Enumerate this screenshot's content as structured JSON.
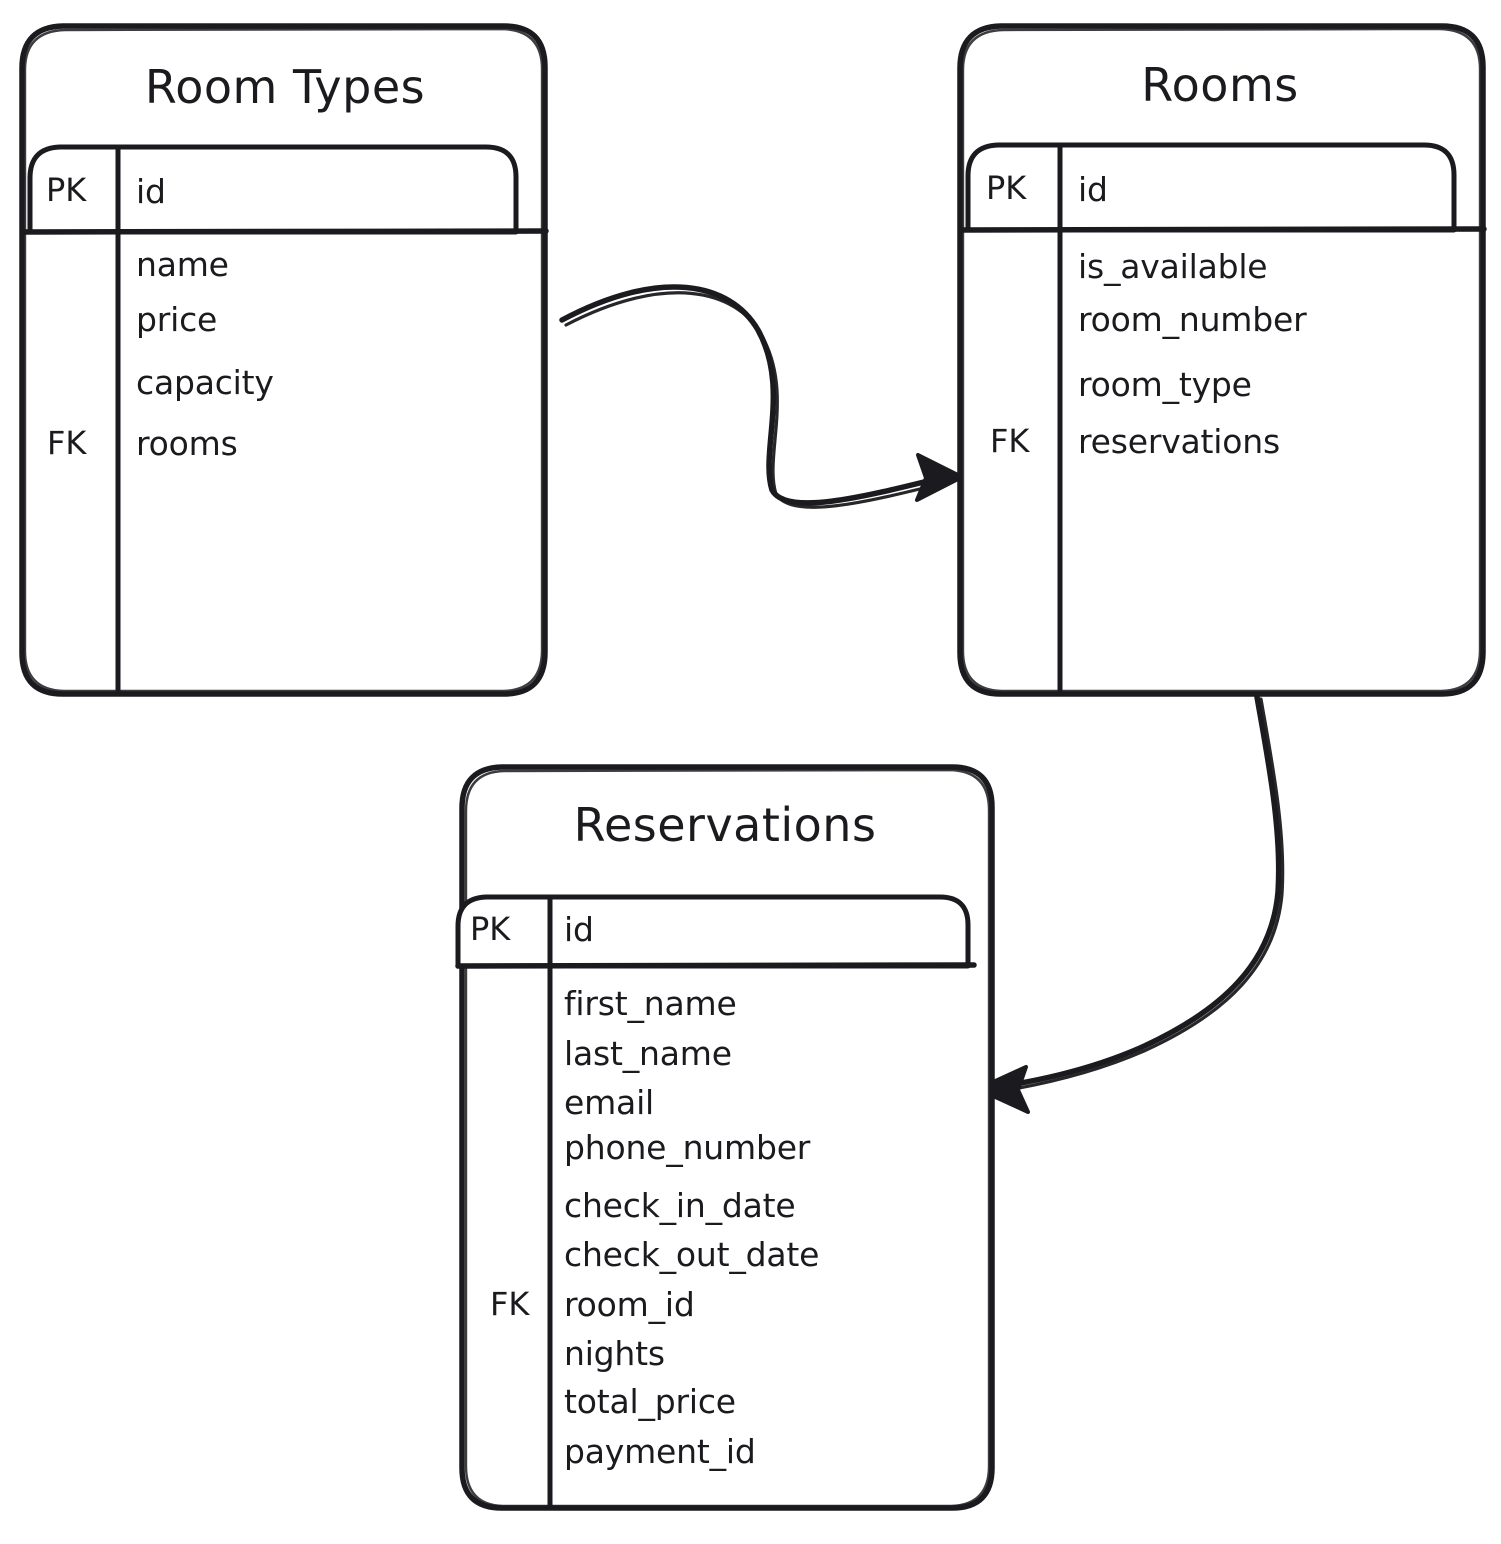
{
  "diagram": {
    "type": "entity-relationship-diagram",
    "style": "hand-drawn",
    "stroke_color": "#1b1b1f",
    "background_color": "#ffffff",
    "entities": [
      {
        "id": "room-types",
        "title": "Room Types",
        "primary_key": {
          "key_label": "PK",
          "field": "id"
        },
        "foreign_key_label": "FK",
        "fields": [
          "name",
          "price",
          "capacity",
          "rooms"
        ]
      },
      {
        "id": "rooms",
        "title": "Rooms",
        "primary_key": {
          "key_label": "PK",
          "field": "id"
        },
        "foreign_key_label": "FK",
        "fields": [
          "is_available",
          "room_number",
          "room_type",
          "reservations"
        ]
      },
      {
        "id": "reservations",
        "title": "Reservations",
        "primary_key": {
          "key_label": "PK",
          "field": "id"
        },
        "foreign_key_label": "FK",
        "fields": [
          "first_name",
          "last_name",
          "email",
          "phone_number",
          "check_in_date",
          "check_out_date",
          "room_id",
          "nights",
          "total_price",
          "payment_id"
        ]
      }
    ],
    "relationships": [
      {
        "id": "rel-roomtypes-rooms",
        "from": "room-types",
        "to": "rooms",
        "arrow": "single-headed"
      },
      {
        "id": "rel-rooms-reservations",
        "from": "rooms",
        "to": "reservations",
        "arrow": "single-headed"
      }
    ]
  }
}
